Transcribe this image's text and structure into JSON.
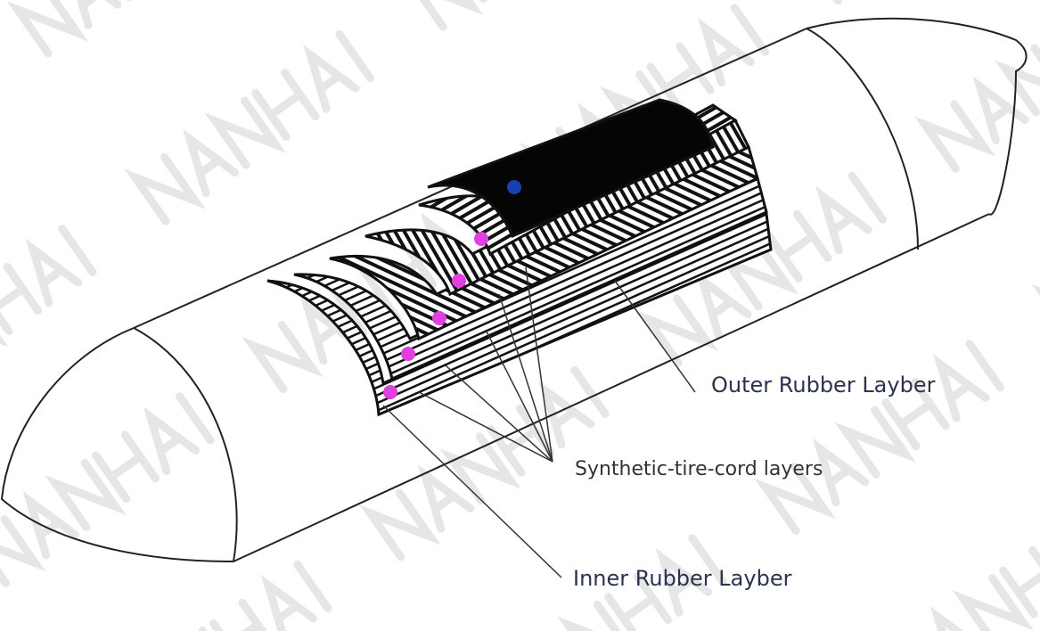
{
  "watermark": "NANHAI",
  "labels": {
    "outer": "Outer Rubber Layber",
    "cords": "Synthetic-tire-cord layers",
    "inner": "Inner Rubber Layber"
  },
  "colors": {
    "outline": "#222222",
    "outer_layer": "#050505",
    "marker_pink": "#e040e0",
    "marker_blue": "#1a3fb0",
    "label_text": "#2b3350",
    "watermark": "#e6e6e6"
  }
}
